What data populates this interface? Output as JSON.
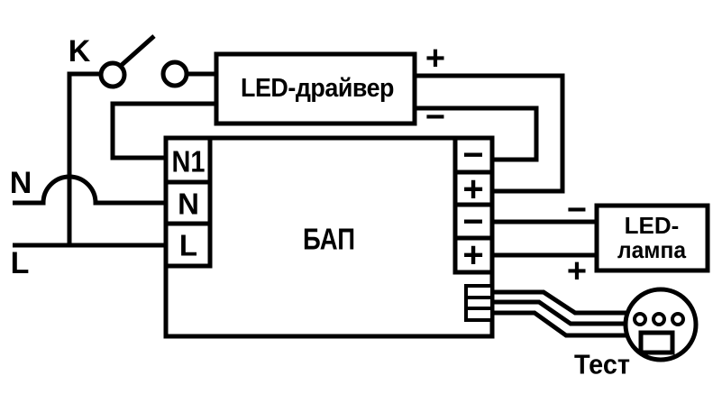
{
  "colors": {
    "line": "#000000",
    "background": "#ffffff"
  },
  "mains": {
    "switch_label": "K",
    "neutral_label": "N",
    "line_label": "L"
  },
  "led_driver": {
    "label": "LED-драйвер",
    "output_plus": "+",
    "output_minus": "−"
  },
  "bap": {
    "label": "БАП",
    "input_terminals": [
      {
        "label": "N1"
      },
      {
        "label": "N"
      },
      {
        "label": "L"
      }
    ],
    "output_terminals": [
      {
        "label": "−"
      },
      {
        "label": "+"
      },
      {
        "label": "−"
      },
      {
        "label": "+"
      }
    ]
  },
  "led_lamp": {
    "label_line1": "LED-",
    "label_line2": "лампа",
    "wire_minus": "−",
    "wire_plus": "+"
  },
  "test_button": {
    "label": "Тест"
  }
}
